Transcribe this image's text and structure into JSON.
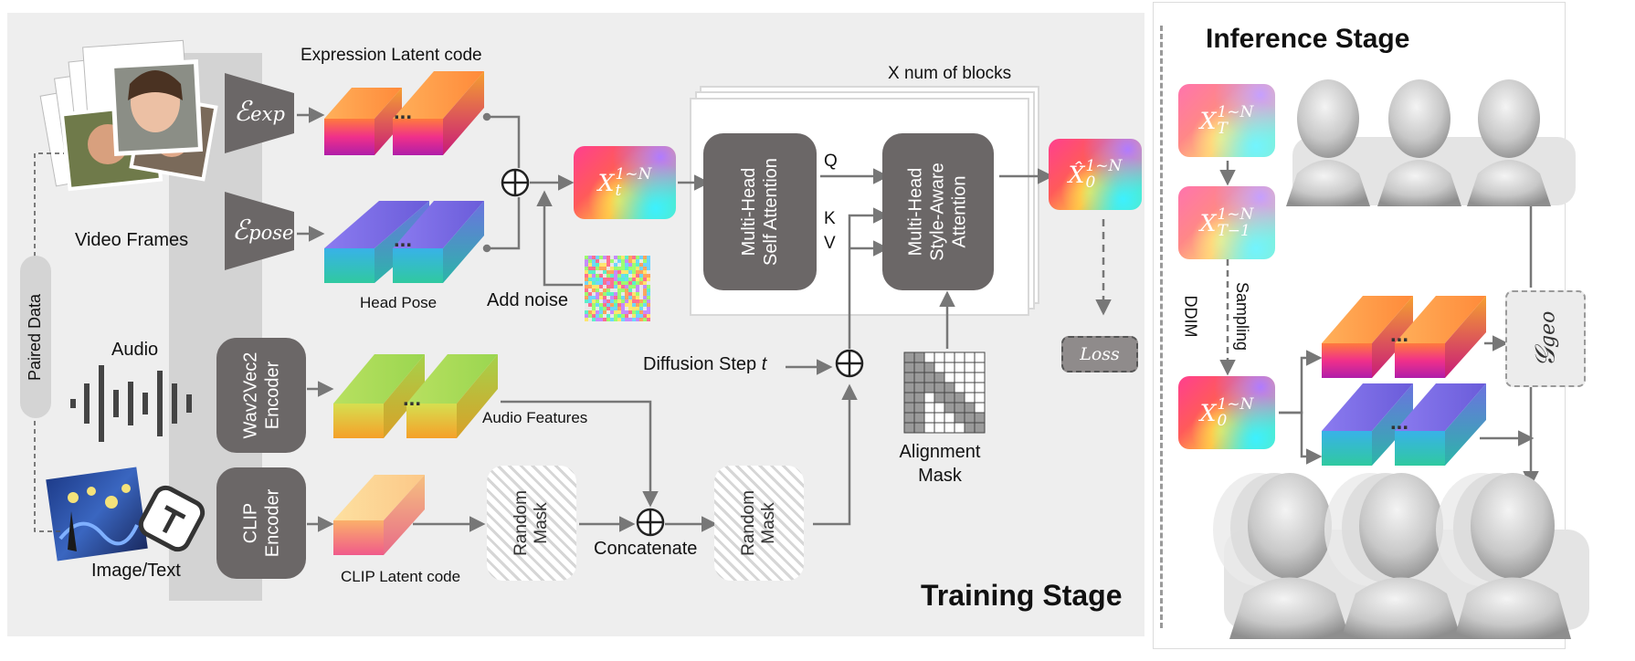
{
  "training": {
    "stage_title": "Training Stage",
    "expression_latent_label": "Expression Latent code",
    "video_frames_label": "Video Frames",
    "enc_exp": "ℰ",
    "enc_exp_sub": "exp",
    "enc_pose": "ℰ",
    "enc_pose_sub": "pose",
    "head_pose_label": "Head Pose",
    "add_noise_label": "Add noise",
    "x_t_base": "X",
    "x_t_sub": "t",
    "x_t_sup": "1~N",
    "blocks_label": "X num of blocks",
    "self_attention_label": "Multi-Head\nSelf Attention",
    "style_attention_label": "Multi-Head\nStyle-Aware\nAttention",
    "q_label": "Q",
    "k_label": "K",
    "v_label": "V",
    "x0_hat_base": "X̂",
    "x0_hat_sub": "0",
    "x0_hat_sup": "1~N",
    "loss_label": "Loss",
    "paired_data_label": "Paired Data",
    "audio_label": "Audio",
    "wav2vec_label": "Wav2Vec2\nEncoder",
    "audio_features_label": "Audio Features",
    "diffusion_step_label": "Diffusion Step",
    "diffusion_step_var": "t",
    "alignment_mask_label": "Alignment\nMask",
    "image_text_label": "Image/Text",
    "clip_encoder_label": "CLIP\nEncoder",
    "clip_latent_label": "CLIP Latent code",
    "random_mask_1": "Random\nMask",
    "random_mask_2": "Random\nMask",
    "concatenate_label": "Concatenate",
    "dots": "..."
  },
  "inference": {
    "stage_title": "Inference Stage",
    "x_T_base": "X",
    "x_T_sub": "T",
    "x_T_sup": "1~N",
    "x_Tm1_base": "X",
    "x_Tm1_sub": "T−1",
    "x_Tm1_sup": "1~N",
    "ddim_label": "DDIM",
    "sampling_label": "Sampling",
    "x_0_base": "X",
    "x_0_sub": "0",
    "x_0_sup": "1~N",
    "geo_label": "𝒢",
    "geo_sub": "geo",
    "dots": "..."
  },
  "colors": {
    "arrow": "#777777",
    "dark_box": "#6b6767",
    "panel": "#eeeeee"
  }
}
